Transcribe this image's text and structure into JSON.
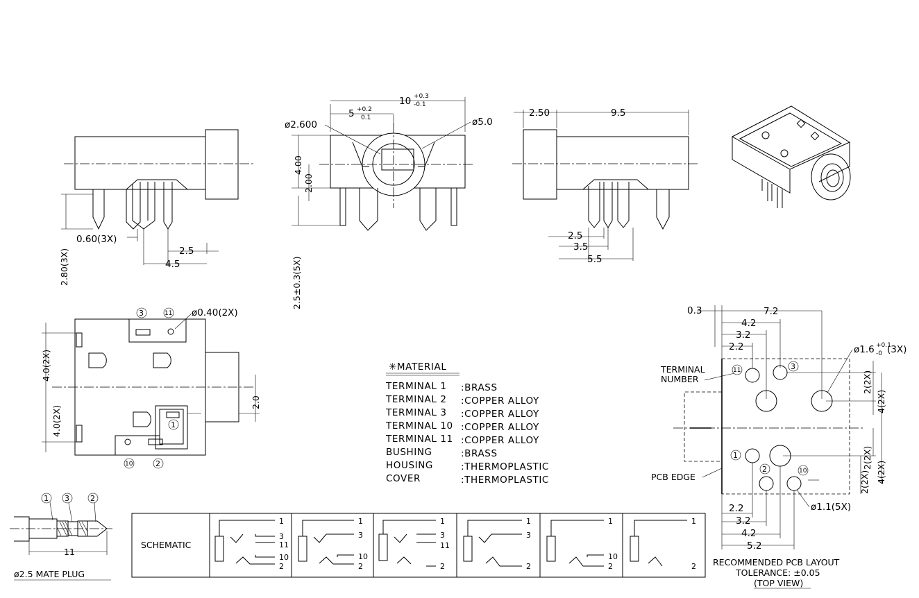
{
  "dims": {
    "front_pin_width": "0.60(3X)",
    "front_pitch_small": "2.5",
    "front_pitch_large": "4.5",
    "front_pin_len": "2.80(3X)",
    "side_width_main": "10",
    "side_width_tol_up": "+0.3",
    "side_width_tol_dn": "-0.1",
    "side_half": "5",
    "side_half_tol_up": "+0.2",
    "side_half_tol_dn": "0.1",
    "side_hole_dia": "ø2.600",
    "side_bush_dia": "ø5.0",
    "side_height": "4.00",
    "side_center": "2.00",
    "side_pin_len": "2.5±0.3(5X)",
    "rear_bush_len": "2.50",
    "rear_body_len": "9.5",
    "rear_p1": "2.5",
    "rear_p2": "3.5",
    "rear_p3": "5.5",
    "top_hole_dia": "ø0.40(2X)",
    "top_half_up": "4.0(2X)",
    "top_half_dn": "4.0(2X)",
    "top_bush_off": "2.0",
    "plug_len": "11",
    "plug_title": "ø2.5 MATE PLUG"
  },
  "terminals": {
    "t1": "1",
    "t2": "2",
    "t3": "3",
    "t10": "10",
    "t11": "11"
  },
  "material": {
    "title": "✳MATERIAL",
    "rows": [
      {
        "name": "TERMINAL 1",
        "value": ":BRASS"
      },
      {
        "name": "TERMINAL 2",
        "value": ":COPPER ALLOY"
      },
      {
        "name": "TERMINAL 3",
        "value": ":COPPER ALLOY"
      },
      {
        "name": "TERMINAL 10",
        "value": ":COPPER ALLOY"
      },
      {
        "name": "TERMINAL 11",
        "value": ":COPPER ALLOY"
      },
      {
        "name": "BUSHING",
        "value": ":BRASS"
      },
      {
        "name": "HOUSING",
        "value": ":THERMOPLASTIC"
      },
      {
        "name": "COVER",
        "value": ":THERMOPLASTIC"
      }
    ]
  },
  "pcb": {
    "d_03": "0.3",
    "d_72": "7.2",
    "d_42": "4.2",
    "d_32": "3.2",
    "d_22": "2.2",
    "big_hole": "ø1.6",
    "big_hole_tol_up": "+0.1",
    "big_hole_tol_dn": "-0",
    "big_hole_count": "(3X)",
    "terminal_number": "TERMINAL",
    "terminal_number2": "NUMBER",
    "pcb_edge": "PCB EDGE",
    "r2x_a": "2(2X)",
    "r4x_a": "4(2X)",
    "r2x_b": "2(2X)",
    "r4x_b": "4(2X)",
    "l2x": "2(2X)",
    "small_hole": "ø1.1(5X)",
    "b22": "2.2",
    "b32": "3.2",
    "b42": "4.2",
    "b52": "5.2",
    "caption1": "RECOMMENDED PCB LAYOUT",
    "caption2": "TOLERANCE: ±0.05",
    "caption3": "(TOP VIEW)"
  },
  "schematic": {
    "label": "SCHEMATIC"
  }
}
